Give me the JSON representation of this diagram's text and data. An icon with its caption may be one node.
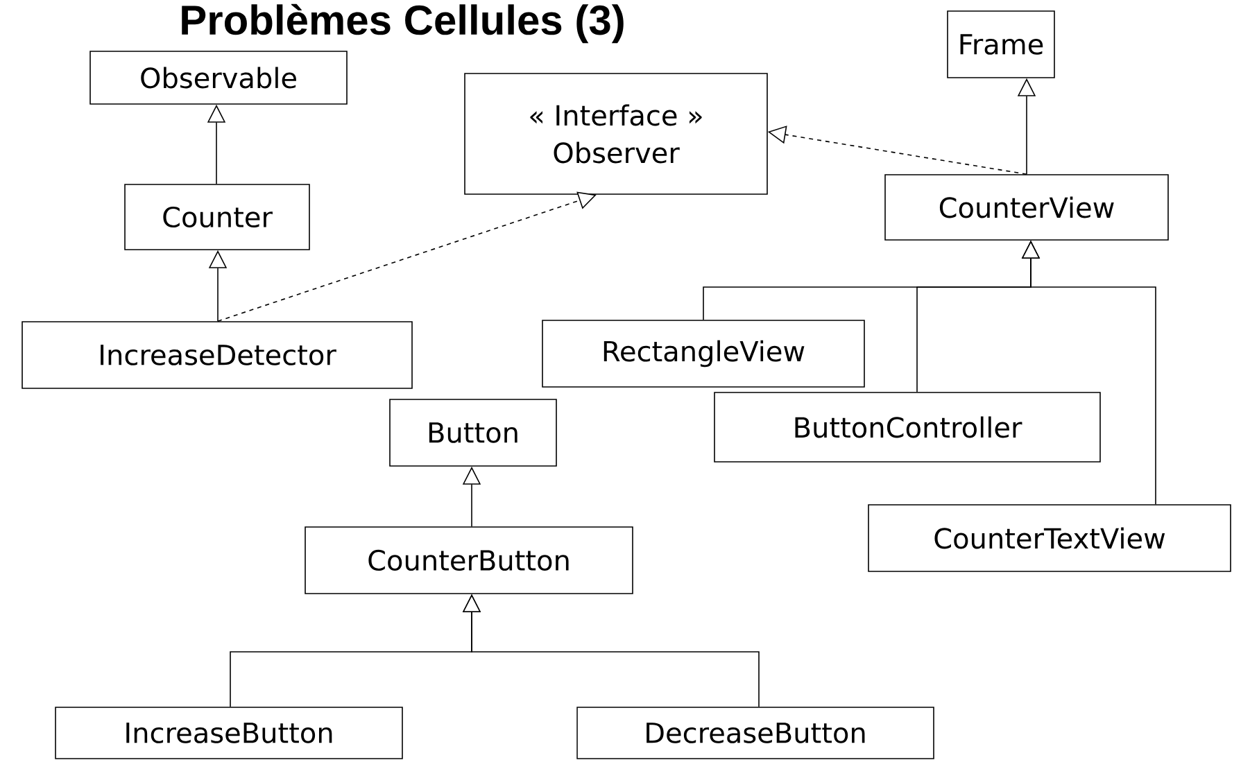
{
  "diagram": {
    "title": "Problèmes Cellules (3)",
    "nodes": [
      {
        "text": [
          "Observable"
        ]
      },
      {
        "text": [
          "« Interface »",
          "Observer"
        ]
      },
      {
        "text": [
          "Frame"
        ]
      },
      {
        "text": [
          "Counter"
        ]
      },
      {
        "text": [
          "CounterView"
        ]
      },
      {
        "text": [
          "IncreaseDetector"
        ]
      },
      {
        "text": [
          "RectangleView"
        ]
      },
      {
        "text": [
          "ButtonController"
        ]
      },
      {
        "text": [
          "Button"
        ]
      },
      {
        "text": [
          "CounterTextView"
        ]
      },
      {
        "text": [
          "CounterButton"
        ]
      },
      {
        "text": [
          "IncreaseButton"
        ]
      },
      {
        "text": [
          "DecreaseButton"
        ]
      }
    ],
    "edges": [
      {
        "from": 3,
        "to": 0,
        "arrow": "to"
      },
      {
        "from": 5,
        "to": 3,
        "arrow": "to"
      },
      {
        "from": 5,
        "to": 1,
        "arrow": "to",
        "style": "dashed"
      },
      {
        "from": 4,
        "to": 2,
        "arrow": "to"
      },
      {
        "from": 4,
        "to": 1,
        "arrow": "to",
        "style": "dashed"
      },
      {
        "from": 6,
        "to": 4,
        "arrow": "to"
      },
      {
        "from": 7,
        "to": 4,
        "arrow": "to"
      },
      {
        "from": 9,
        "to": 4,
        "arrow": "to"
      },
      {
        "from": 10,
        "to": 8,
        "arrow": "to"
      },
      {
        "from": 11,
        "to": 10,
        "arrow": "to"
      },
      {
        "from": 12,
        "to": 10,
        "arrow": "to"
      }
    ]
  }
}
